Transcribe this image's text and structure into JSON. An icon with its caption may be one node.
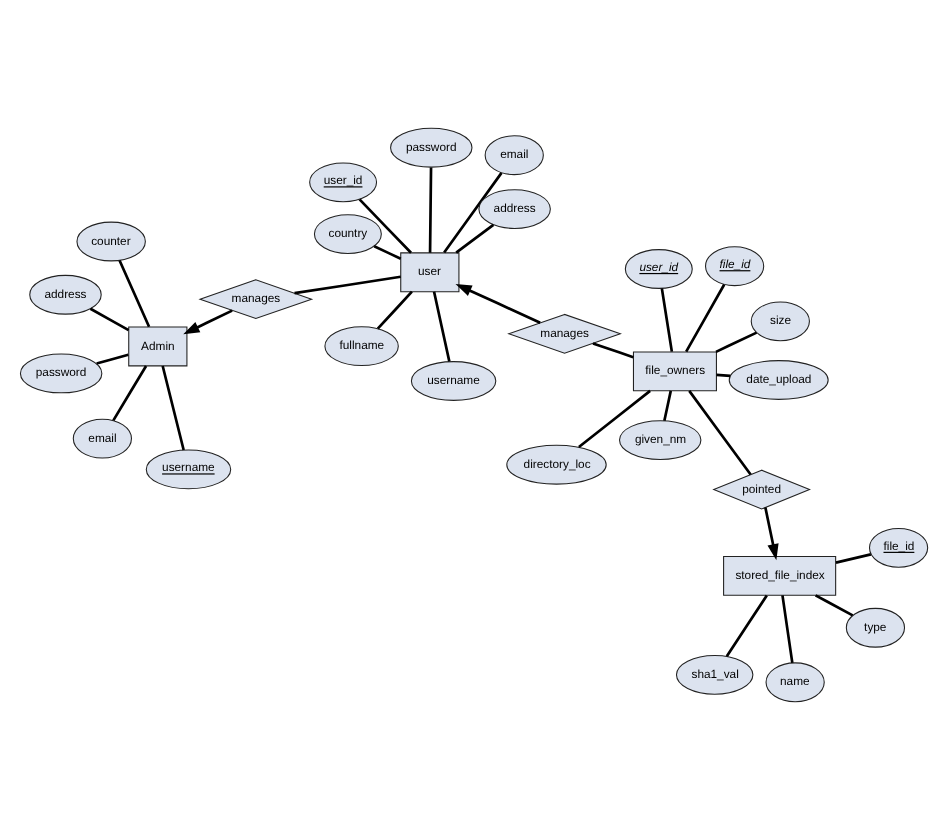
{
  "diagram": {
    "nodes": [
      {
        "text": [
          "Admin"
        ]
      },
      {
        "text": [
          "username"
        ]
      },
      {
        "text": [
          "email"
        ]
      },
      {
        "text": [
          "counter"
        ]
      },
      {
        "text": [
          "password"
        ]
      },
      {
        "text": [
          "address"
        ]
      },
      {
        "text": [
          "manages"
        ]
      },
      {
        "text": [
          "stored_file_index"
        ]
      },
      {
        "text": [
          "name"
        ]
      },
      {
        "text": [
          "file_id"
        ]
      },
      {
        "text": [
          "type"
        ]
      },
      {
        "text": [
          "sha1_val"
        ]
      },
      {
        "text": [
          "pointed"
        ]
      },
      {
        "text": [
          "size"
        ]
      },
      {
        "text": [
          "file_id"
        ]
      },
      {
        "text": [
          "given_nm"
        ]
      },
      {
        "text": [
          "date_upload"
        ]
      },
      {
        "text": [
          "user_id"
        ]
      },
      {
        "text": [
          "directory_loc"
        ]
      },
      {
        "text": [
          "file_owners"
        ]
      },
      {
        "text": [
          "manages"
        ]
      },
      {
        "text": [
          "user"
        ]
      },
      {
        "text": [
          "password"
        ]
      },
      {
        "text": [
          "email"
        ]
      },
      {
        "text": [
          "user_id"
        ]
      },
      {
        "text": [
          "username"
        ]
      },
      {
        "text": [
          "address"
        ]
      },
      {
        "text": [
          "country"
        ]
      },
      {
        "text": [
          "fullname"
        ]
      }
    ],
    "edges": [
      {
        "from": 0,
        "to": 1,
        "arrow": "none"
      },
      {
        "from": 0,
        "to": 2,
        "arrow": "none"
      },
      {
        "from": 0,
        "to": 3,
        "arrow": "none"
      },
      {
        "from": 0,
        "to": 4,
        "arrow": "none"
      },
      {
        "from": 0,
        "to": 5,
        "arrow": "none"
      },
      {
        "from": 6,
        "to": 0,
        "arrow": "to"
      },
      {
        "from": 7,
        "to": 8,
        "arrow": "none"
      },
      {
        "from": 7,
        "to": 9,
        "arrow": "none"
      },
      {
        "from": 7,
        "to": 10,
        "arrow": "none"
      },
      {
        "from": 7,
        "to": 11,
        "arrow": "none"
      },
      {
        "from": 12,
        "to": 7,
        "arrow": "to"
      },
      {
        "from": 19,
        "to": 12,
        "arrow": "none"
      },
      {
        "from": 19,
        "to": 13,
        "arrow": "none"
      },
      {
        "from": 19,
        "to": 14,
        "arrow": "none"
      },
      {
        "from": 19,
        "to": 15,
        "arrow": "none"
      },
      {
        "from": 19,
        "to": 16,
        "arrow": "none"
      },
      {
        "from": 19,
        "to": 17,
        "arrow": "none"
      },
      {
        "from": 19,
        "to": 18,
        "arrow": "none"
      },
      {
        "from": 19,
        "to": 20,
        "arrow": "none"
      },
      {
        "from": 20,
        "to": 21,
        "arrow": "to"
      },
      {
        "from": 21,
        "to": 6,
        "arrow": "none"
      },
      {
        "from": 21,
        "to": 22,
        "arrow": "none"
      },
      {
        "from": 21,
        "to": 23,
        "arrow": "none"
      },
      {
        "from": 21,
        "to": 24,
        "arrow": "none"
      },
      {
        "from": 21,
        "to": 25,
        "arrow": "none"
      },
      {
        "from": 21,
        "to": 26,
        "arrow": "none"
      },
      {
        "from": 21,
        "to": 27,
        "arrow": "none"
      },
      {
        "from": 21,
        "to": 28,
        "arrow": "none"
      }
    ]
  }
}
